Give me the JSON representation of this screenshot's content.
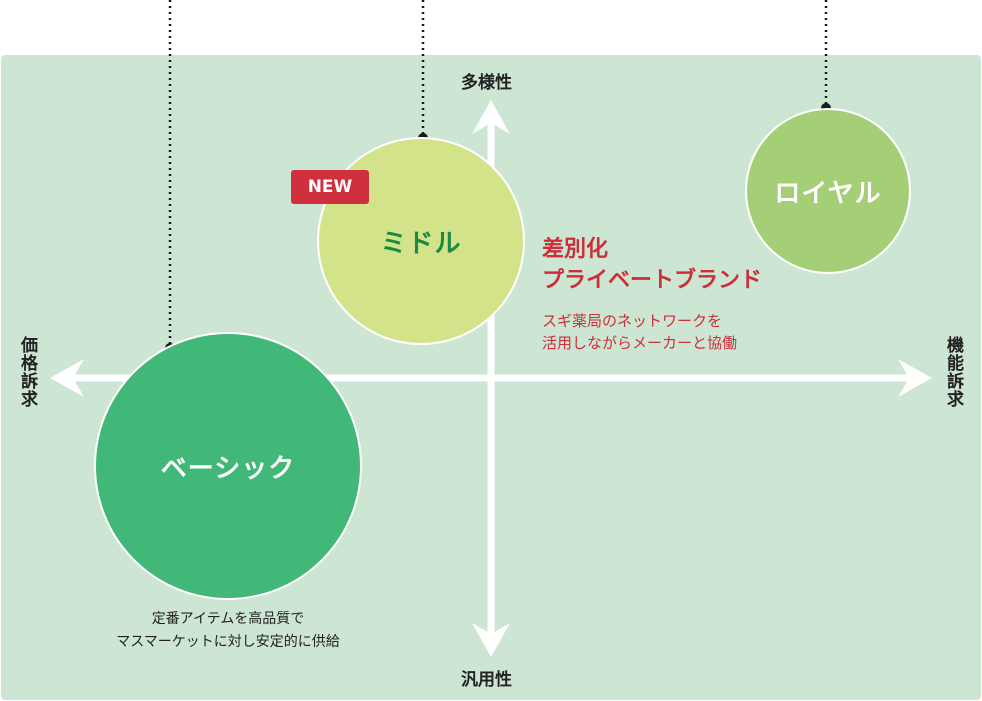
{
  "axes": {
    "top": "多様性",
    "bottom": "汎用性",
    "left": "価格訴求",
    "right": "機能訴求"
  },
  "tiers": {
    "basic": "ベーシック",
    "middle": "ミドル",
    "royal": "ロイヤル"
  },
  "badge": "NEW",
  "private_brand": {
    "title_lines": [
      "差別化",
      "プライベートブランド"
    ],
    "desc_lines": [
      "スギ薬局のネットワークを",
      "活用しながらメーカーと協働"
    ]
  },
  "basic_desc_lines": [
    "定番アイテムを高品質で",
    "マスマーケットに対し安定的に供給"
  ],
  "colors": {
    "background": "#cde6d3",
    "basic": "#41b878",
    "middle": "#d3e389",
    "royal": "#a4cf77",
    "accent_red": "#cc2e3a"
  }
}
